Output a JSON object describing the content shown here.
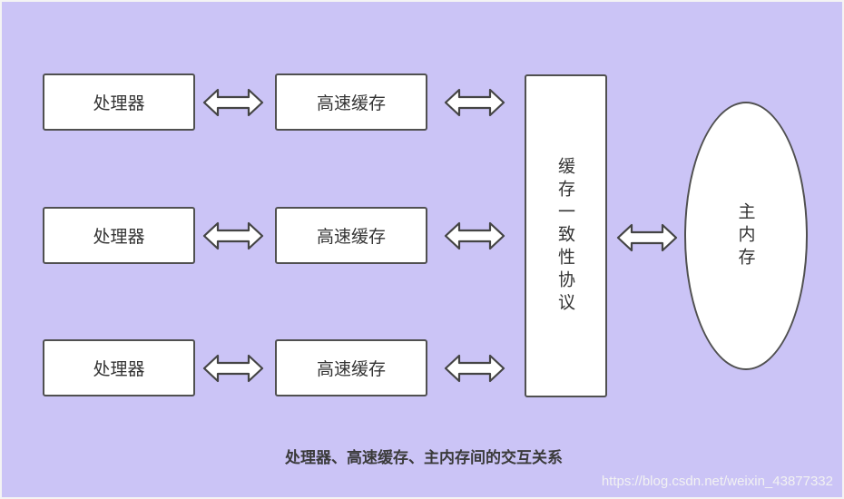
{
  "processors": [
    {
      "label": "处理器"
    },
    {
      "label": "处理器"
    },
    {
      "label": "处理器"
    }
  ],
  "caches": [
    {
      "label": "高速缓存"
    },
    {
      "label": "高速缓存"
    },
    {
      "label": "高速缓存"
    }
  ],
  "coherence_protocol": {
    "label": "缓存一致性协议"
  },
  "main_memory": {
    "label": "主内存"
  },
  "caption": "处理器、高速缓存、主内存间的交互关系",
  "watermark": "https://blog.csdn.net/weixin_43877332",
  "colors": {
    "background": "#cbc4f6",
    "box_fill": "#ffffff",
    "box_border": "#505050",
    "arrow_fill": "#ffffff",
    "arrow_stroke": "#444444"
  }
}
